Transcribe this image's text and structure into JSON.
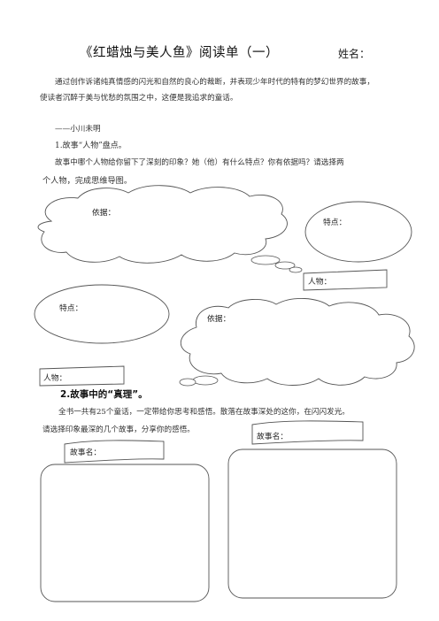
{
  "title": "《红蜡烛与美人鱼》阅读单（一）",
  "name_label": "姓名：",
  "intro": {
    "line1": "通过创作诉诸纯真情感的闪光和自然的良心的裁断，并表现少年时代的特有的梦幻世界的故事，",
    "line2": "使读者沉醉于美与忧愁的氛围之中，这便是我追求的童话。",
    "attribution": "——小川未明"
  },
  "section1": {
    "heading": "1.故事“人物”盘点。",
    "prompt_line1": "故事中哪个人物给你留下了深刻的印象？她（他）有什么特点？你有依据吗？请选择两",
    "prompt_line2": "个人物，完成思维导图。",
    "evidence_label_1": "依据：",
    "trait_label_1": "特点：",
    "character_label_1": "人物：",
    "trait_label_2": "特点：",
    "evidence_label_2": "依据：",
    "character_label_2": "人物："
  },
  "section2": {
    "heading": "2.故事中的“真理”。",
    "prompt_line1": "全书一共有25个童话，一定带给你思考和感悟。散落在故事深处的这你，在闪闪发光。",
    "prompt_line2": "请选择印象最深的几个故事，分享你的感悟。",
    "story_label_right": "故事名：",
    "story_label_left": "故事名："
  }
}
